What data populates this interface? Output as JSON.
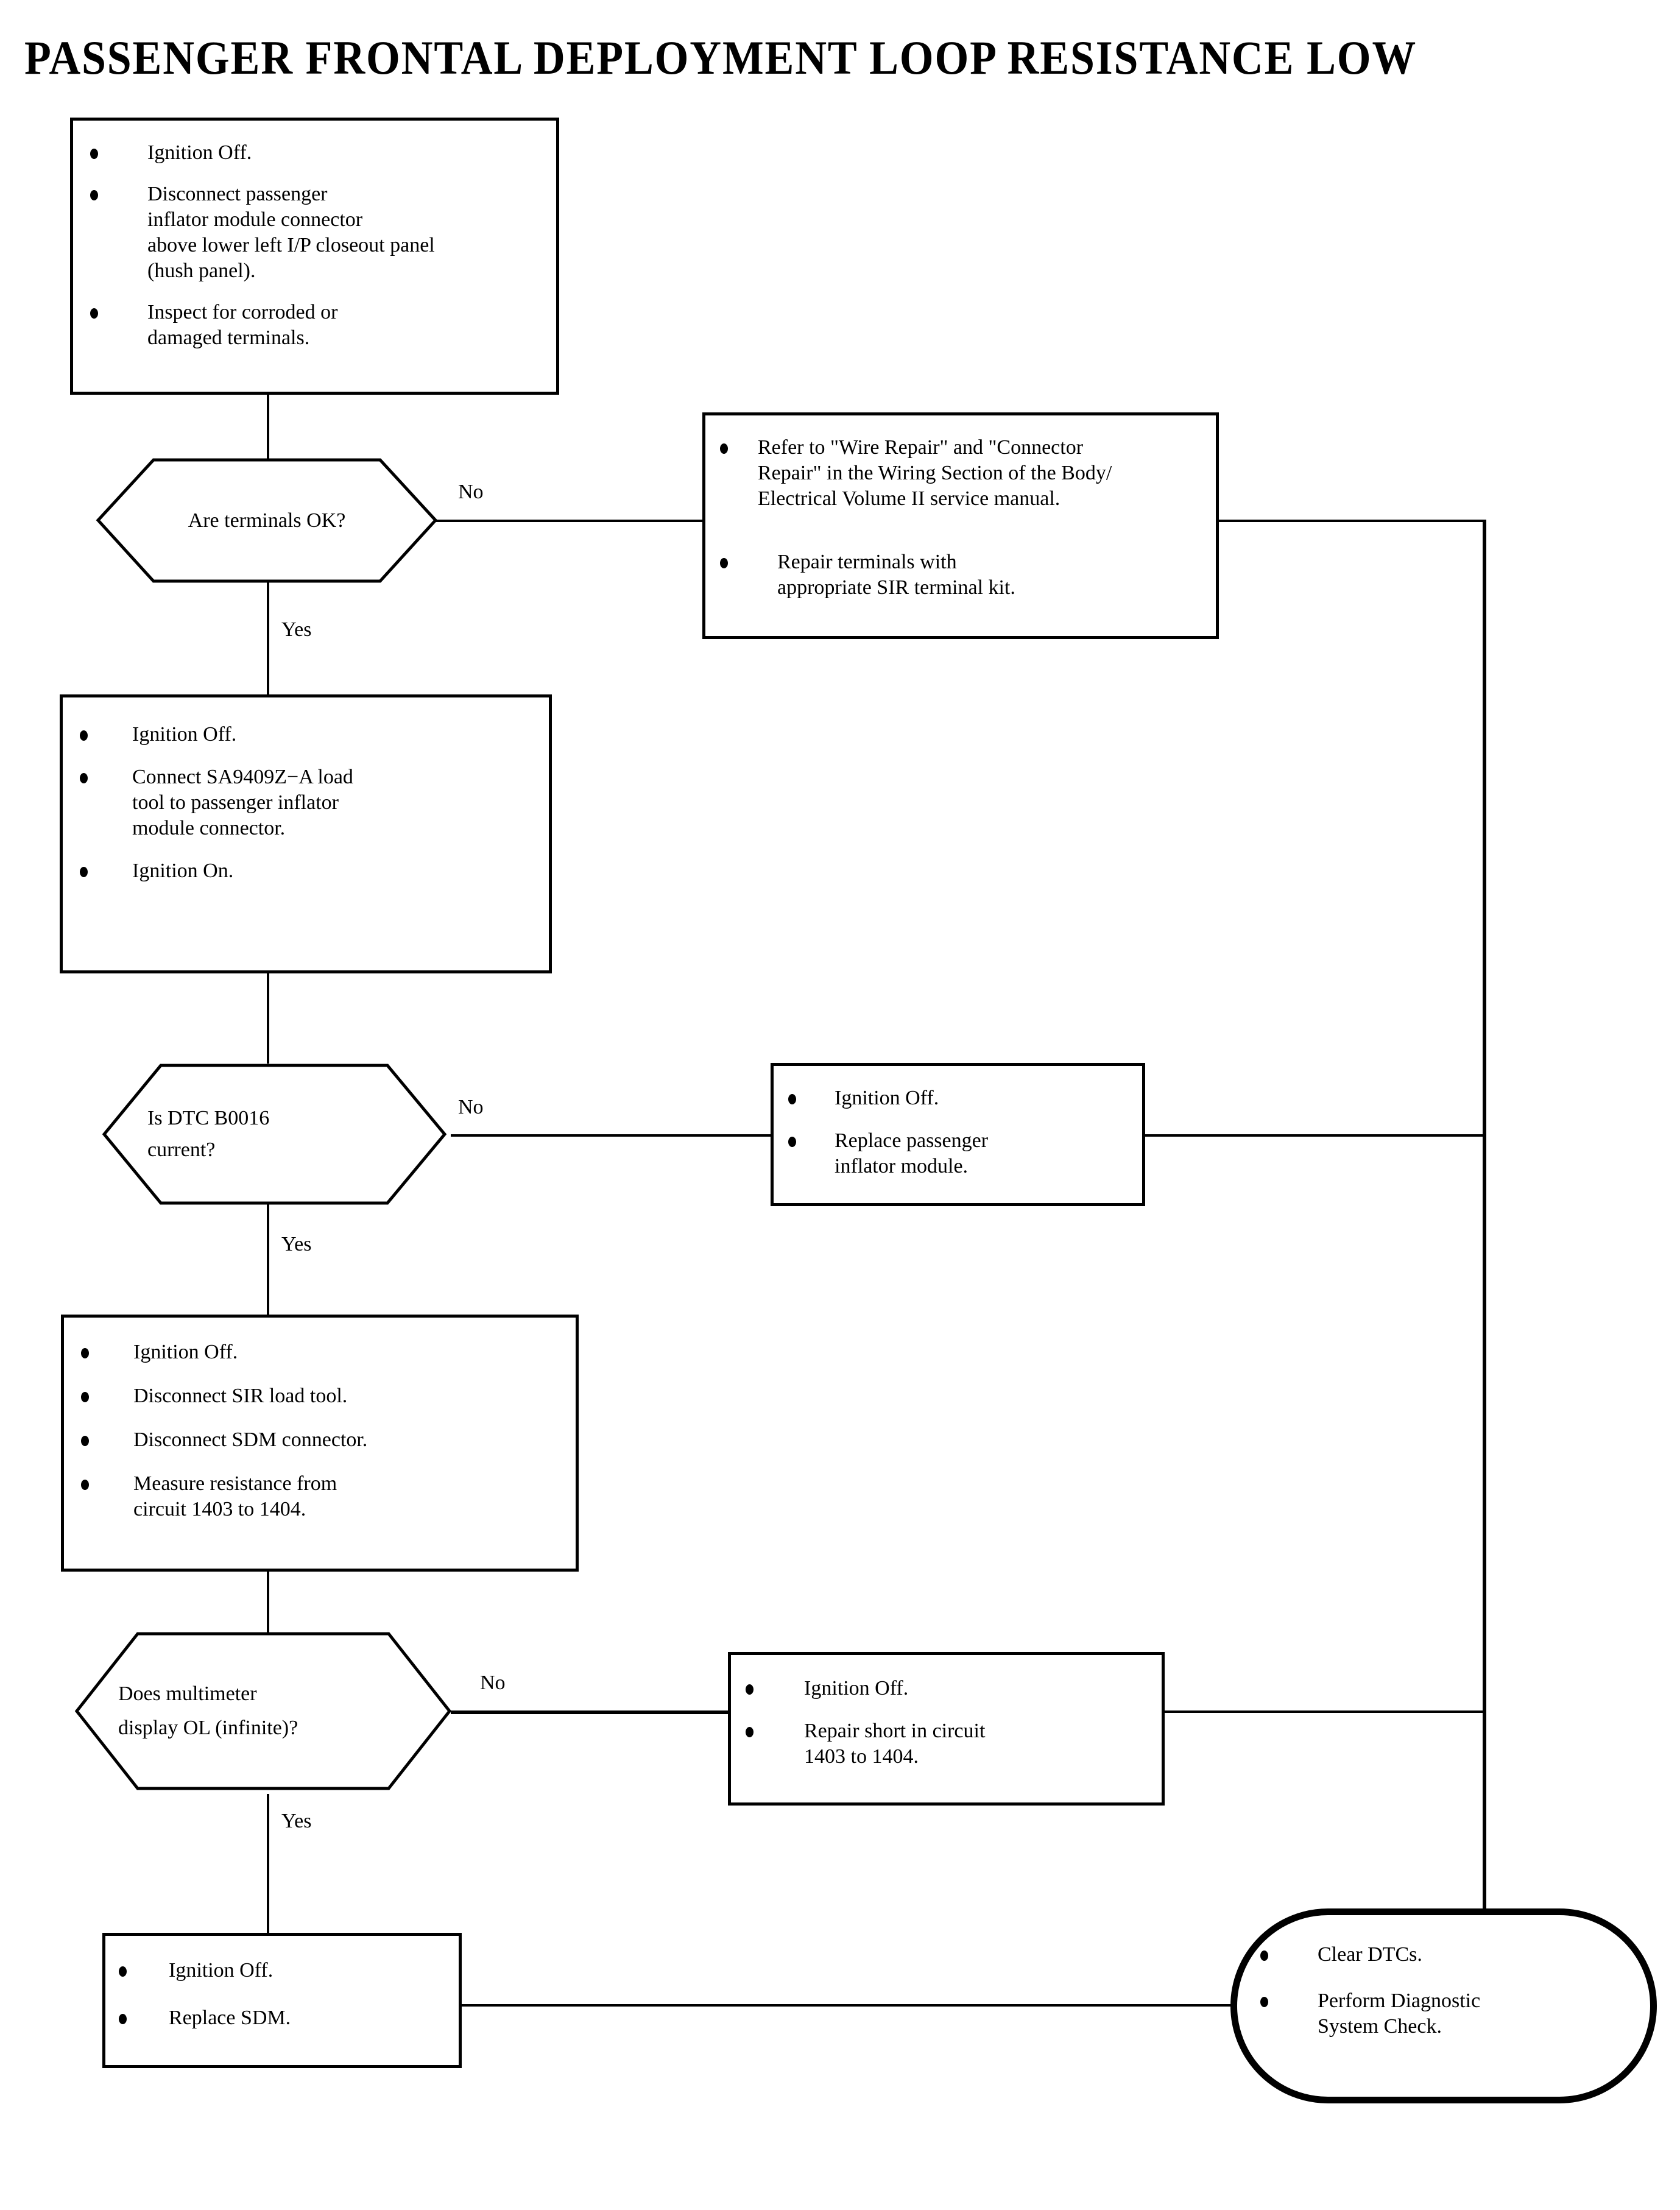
{
  "title": "PASSENGER FRONTAL DEPLOYMENT LOOP RESISTANCE LOW",
  "chart_type": "flowchart",
  "nodes": {
    "step1": {
      "type": "process",
      "items": [
        "Ignition Off.",
        "Disconnect passenger\ninflator module connector\nabove lower left I/P closeout panel\n(hush panel).",
        "Inspect for corroded or\ndamaged terminals."
      ]
    },
    "decision1": {
      "type": "decision",
      "lines": [
        "Are terminals OK?"
      ],
      "yes_label": "Yes",
      "no_label": "No"
    },
    "repair_terminals": {
      "type": "process",
      "items": [
        "Refer to \"Wire Repair\" and \"Connector\nRepair\" in the Wiring Section of the Body/\nElectrical Volume II service manual.",
        "Repair terminals with\nappropriate SIR terminal kit."
      ]
    },
    "step2": {
      "type": "process",
      "items": [
        "Ignition Off.",
        "Connect SA9409Z−A load\ntool to passenger inflator\nmodule connector.",
        "Ignition On."
      ]
    },
    "decision2": {
      "type": "decision",
      "lines": [
        "Is DTC B0016",
        "current?"
      ],
      "yes_label": "Yes",
      "no_label": "No"
    },
    "replace_inflator": {
      "type": "process",
      "items": [
        "Ignition Off.",
        "Replace passenger\ninflator module."
      ]
    },
    "step3": {
      "type": "process",
      "items": [
        "Ignition Off.",
        "Disconnect SIR load tool.",
        "Disconnect SDM connector.",
        "Measure resistance from\ncircuit 1403 to 1404."
      ]
    },
    "decision3": {
      "type": "decision",
      "lines": [
        "Does multimeter",
        "display OL (infinite)?"
      ],
      "yes_label": "Yes",
      "no_label": "No"
    },
    "repair_short": {
      "type": "process",
      "items": [
        "Ignition Off.",
        "Repair short in circuit\n1403 to 1404."
      ]
    },
    "replace_sdm": {
      "type": "process",
      "items": [
        "Ignition Off.",
        "Replace SDM."
      ]
    },
    "terminal": {
      "type": "terminator",
      "items": [
        "Clear DTCs.",
        "Perform Diagnostic\nSystem Check."
      ]
    }
  },
  "colors": {
    "line": "#000000",
    "background": "#ffffff",
    "text": "#000000"
  }
}
